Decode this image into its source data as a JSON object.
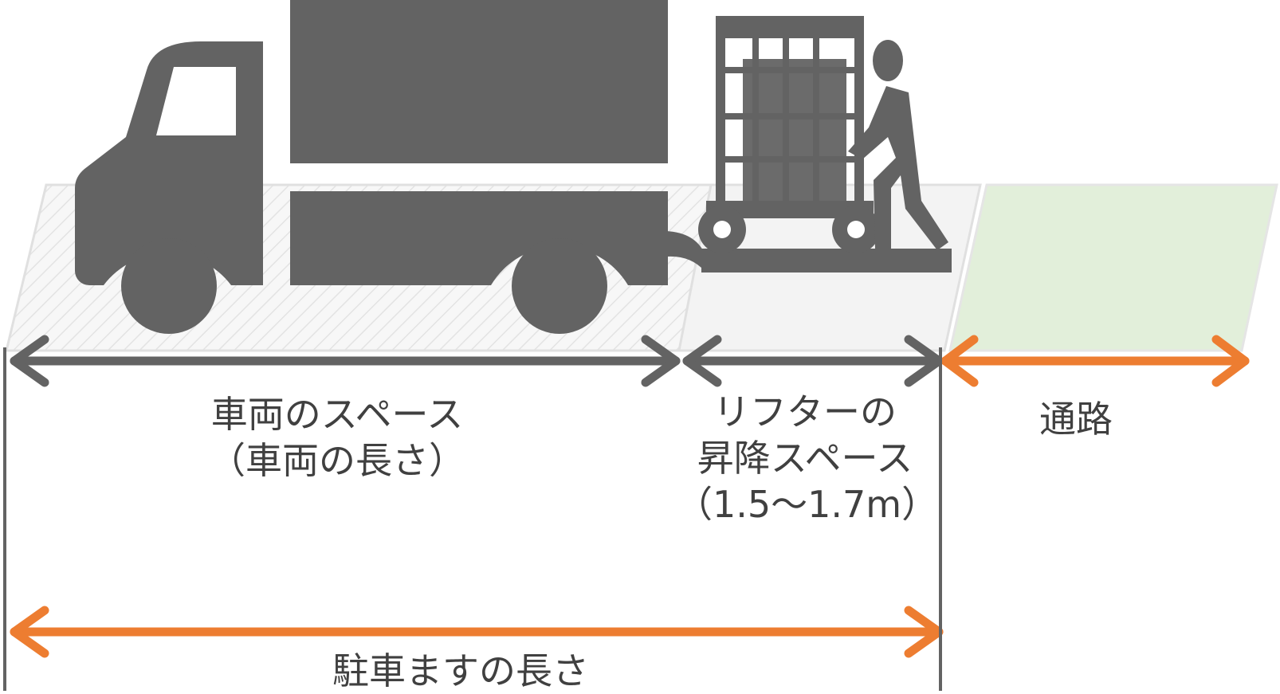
{
  "labels": {
    "vehicle_space": "車両のスペース",
    "vehicle_length": "（車両の長さ）",
    "lifter_line1": "リフターの",
    "lifter_line2": "昇降スペース",
    "lifter_range": "（1.5〜1.7m）",
    "aisle": "通路",
    "parking_length": "駐車ますの長さ"
  },
  "colors": {
    "dark": "#636363",
    "orange": "#ed7d31",
    "hatch_bg": "#f7f7f7",
    "lifter_bg": "#f3f3f3",
    "aisle_bg": "#e2efda",
    "outline": "#e0e0e0"
  },
  "icons": [
    "truck-icon",
    "roll-cage-cart-icon",
    "worker-icon",
    "tail-lift-platform-icon"
  ]
}
